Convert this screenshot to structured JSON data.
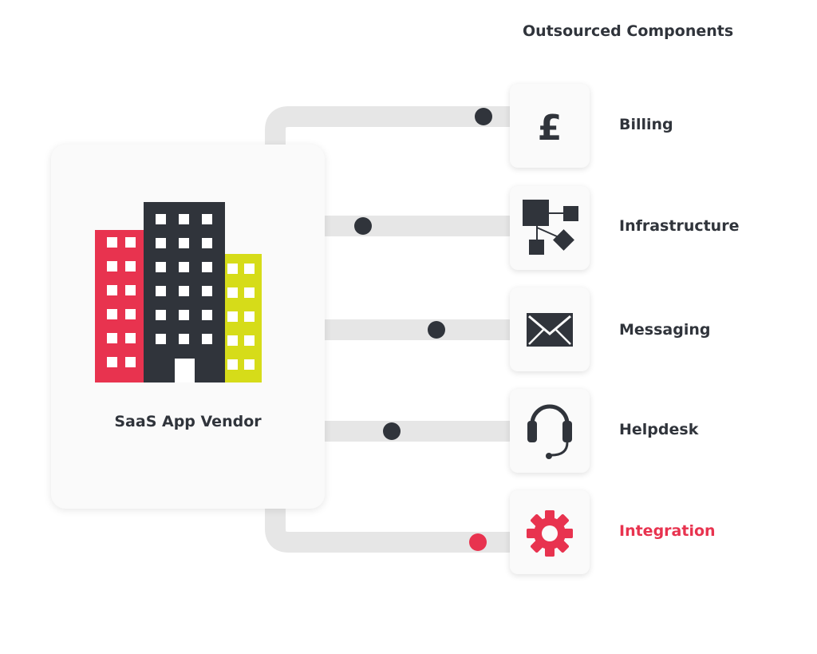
{
  "heading": "Outsourced Components",
  "vendor": {
    "label": "SaaS App Vendor",
    "icon": "office-buildings-icon"
  },
  "components": [
    {
      "key": "billing",
      "label": "Billing",
      "icon": "pound-sign-icon"
    },
    {
      "key": "infrastructure",
      "label": "Infrastructure",
      "icon": "network-nodes-icon"
    },
    {
      "key": "messaging",
      "label": "Messaging",
      "icon": "envelope-icon"
    },
    {
      "key": "helpdesk",
      "label": "Helpdesk",
      "icon": "headset-icon"
    },
    {
      "key": "integration",
      "label": "Integration",
      "icon": "gear-icon",
      "highlighted": true
    }
  ],
  "colors": {
    "text": "#30343b",
    "dark": "#30343b",
    "accent": "#e8334f",
    "lime": "#d6dc19",
    "connector": "#e6e6e6",
    "card": "#fafafa"
  }
}
